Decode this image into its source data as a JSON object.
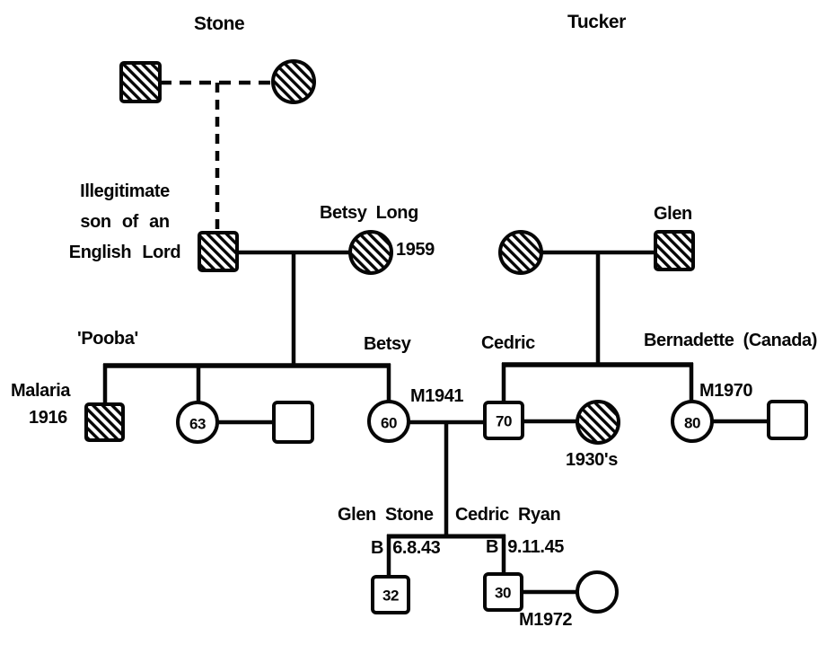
{
  "diagram_type": "genogram family tree",
  "titles": {
    "stone": "Stone",
    "tucker": "Tucker"
  },
  "stone_family": {
    "father_note": [
      "Illegitimate",
      "son of an",
      "English Lord"
    ],
    "mother": {
      "name": "Betsy Long",
      "death_year": "1959"
    }
  },
  "tucker_family": {
    "father": {
      "name": "Glen"
    }
  },
  "middle_generation": {
    "pooba": {
      "nickname": "'Pooba'",
      "name": "Malaria",
      "death_year": "1916"
    },
    "sister": {
      "age": "63"
    },
    "betsy": {
      "name": "Betsy",
      "age": "60"
    },
    "cedric": {
      "name": "Cedric",
      "age": "70"
    },
    "cedric_first_wife": {
      "death_note": "1930's"
    },
    "bernadette": {
      "name": "Bernadette (Canada)",
      "age": "80"
    },
    "marriages": {
      "betsy_cedric": "M1941",
      "bernadette_husband": "M1970"
    }
  },
  "youngest_generation": {
    "glen_stone": {
      "name": "Glen Stone",
      "birth": "B 6.8.43",
      "age": "32"
    },
    "cedric_ryan": {
      "name": "Cedric Ryan",
      "birth": "B 9.11.45",
      "age": "30"
    },
    "marriage": "M1972"
  }
}
